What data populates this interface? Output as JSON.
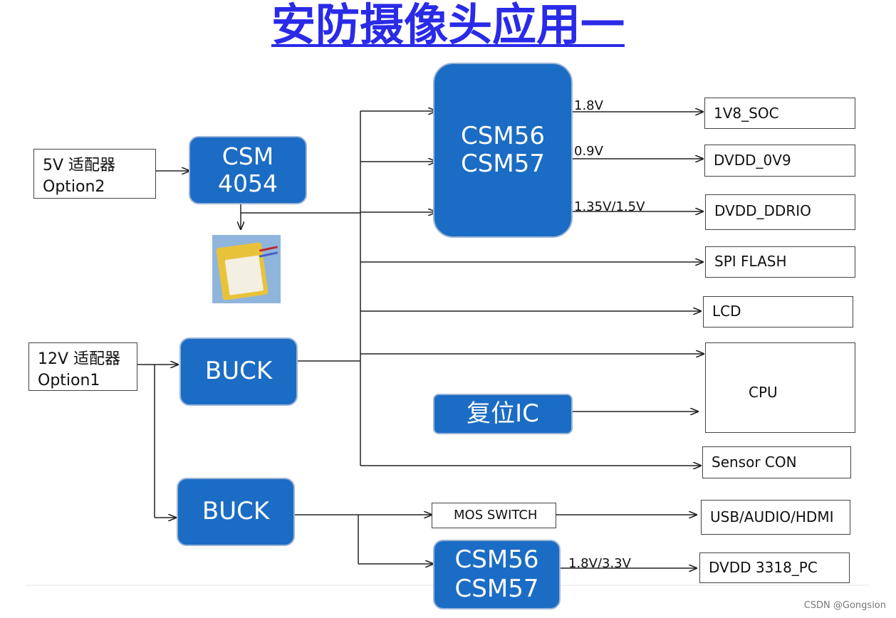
{
  "title": "安防摄像头应用一",
  "sources": {
    "adapter_5v": {
      "line1": "5V 适配器",
      "line2": "Option2"
    },
    "adapter_12v": {
      "line1": "12V 适配器",
      "line2": "Option1"
    }
  },
  "chips": {
    "charger": {
      "line1": "CSM",
      "line2": "4054"
    },
    "pmic_top": {
      "line1": "CSM56",
      "line2": "CSM57"
    },
    "buck_top": {
      "label": "BUCK"
    },
    "buck_bottom": {
      "label": "BUCK"
    },
    "reset_ic": {
      "label": "复位IC"
    },
    "pmic_bottom": {
      "line1": "CSM56",
      "line2": "CSM57"
    }
  },
  "voltages": {
    "v1": "1.8V",
    "v2": "0.9V",
    "v3": "1.35V/1.5V",
    "v4": "1.8V/3.3V"
  },
  "loads": {
    "soc": "1V8_SOC",
    "dvdd_0v9": "DVDD_0V9",
    "ddrio": "DVDD_DDRIO",
    "spi_flash": "SPI FLASH",
    "lcd": "LCD",
    "cpu": "CPU",
    "sensor_con": "Sensor CON",
    "mos_switch": "MOS SWITCH",
    "usb_audio_hdmi": "USB/AUDIO/HDMI",
    "dvdd_pc": "DVDD 3318_PC"
  },
  "battery": {
    "icon": "lithium-battery-photo"
  },
  "colors": {
    "title": "#2a2ae8",
    "chip_fill": "#1b6cc4",
    "chip_border": "#9db4d6"
  },
  "watermark": "CSDN @Gongsion"
}
